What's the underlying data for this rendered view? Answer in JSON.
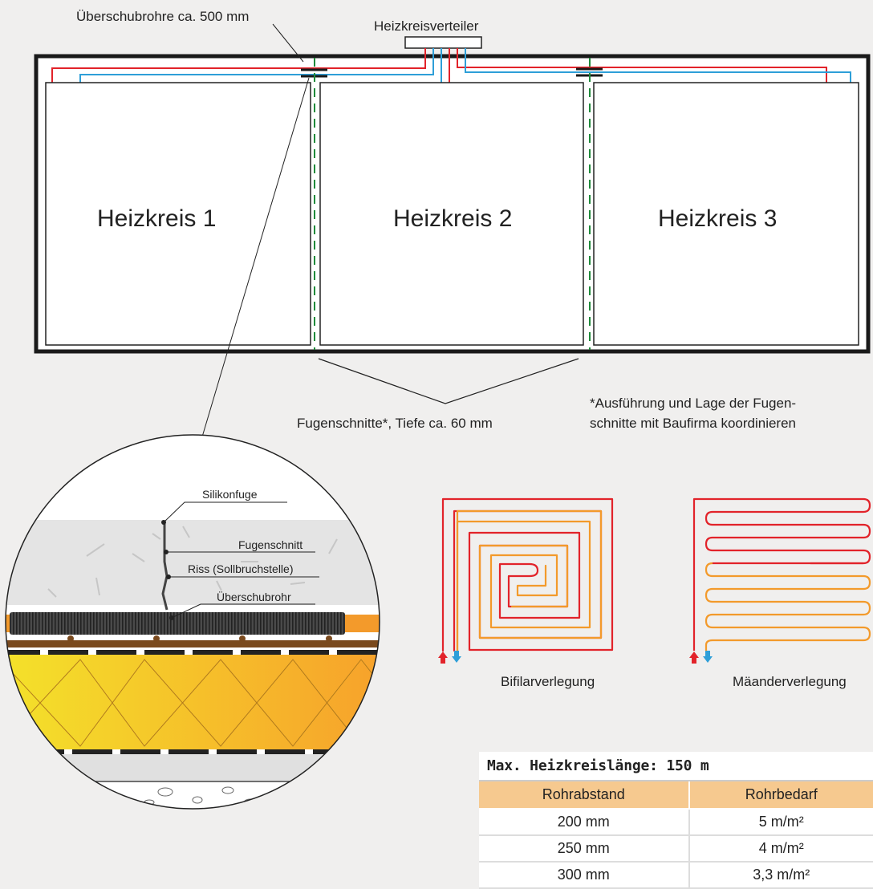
{
  "labels": {
    "ueberschubrohre": "Überschubrohre ca. 500 mm",
    "verteiler": "Heizkreisverteiler",
    "fugenschnitte": "Fugenschnitte*, Tiefe ca. 60 mm",
    "footnote_line1": "*Ausführung und Lage der Fugen-",
    "footnote_line2": "schnitte mit Baufirma koordinieren"
  },
  "circuits": [
    "Heizkreis 1",
    "Heizkreis 2",
    "Heizkreis 3"
  ],
  "detail": {
    "silikonfuge": "Silikonfuge",
    "fugenschnitt": "Fugenschnitt",
    "riss": "Riss (Sollbruchstelle)",
    "ueberschubrohr": "Überschubrohr"
  },
  "layouts": {
    "bifilar": "Bifilarverlegung",
    "maeander": "Mäanderverlegung"
  },
  "table": {
    "title": "Max. Heizkreislänge: 150 m",
    "headers": [
      "Rohrabstand",
      "Rohrbedarf"
    ],
    "rows": [
      [
        "200 mm",
        "5 m/m²"
      ],
      [
        "250 mm",
        "4 m/m²"
      ],
      [
        "300 mm",
        "3,3 m/m²"
      ]
    ]
  },
  "colors": {
    "supply": "#e2232a",
    "return": "#2e9fd8",
    "joint": "#1f8a3a",
    "orange_pipe": "#f39a2b",
    "header_bg": "#f6c98f"
  }
}
